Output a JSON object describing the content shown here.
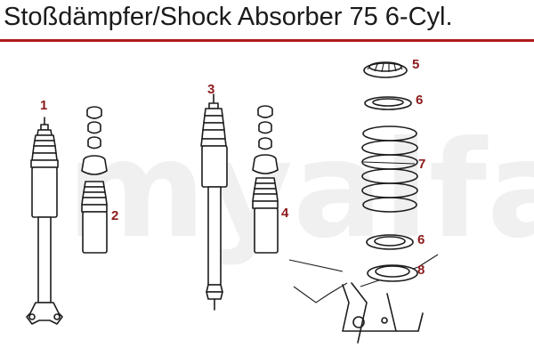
{
  "title": "Stoßdämpfer/Shock Absorber 75 6-Cyl.",
  "watermark": "myalfa",
  "accent_color": "#b11a1a",
  "callout_color": "#8b1a1a",
  "callouts": {
    "c1": "1",
    "c2": "2",
    "c3": "3",
    "c4": "4",
    "c5": "5",
    "c6a": "6",
    "c7": "7",
    "c6b": "6",
    "c8": "8"
  }
}
